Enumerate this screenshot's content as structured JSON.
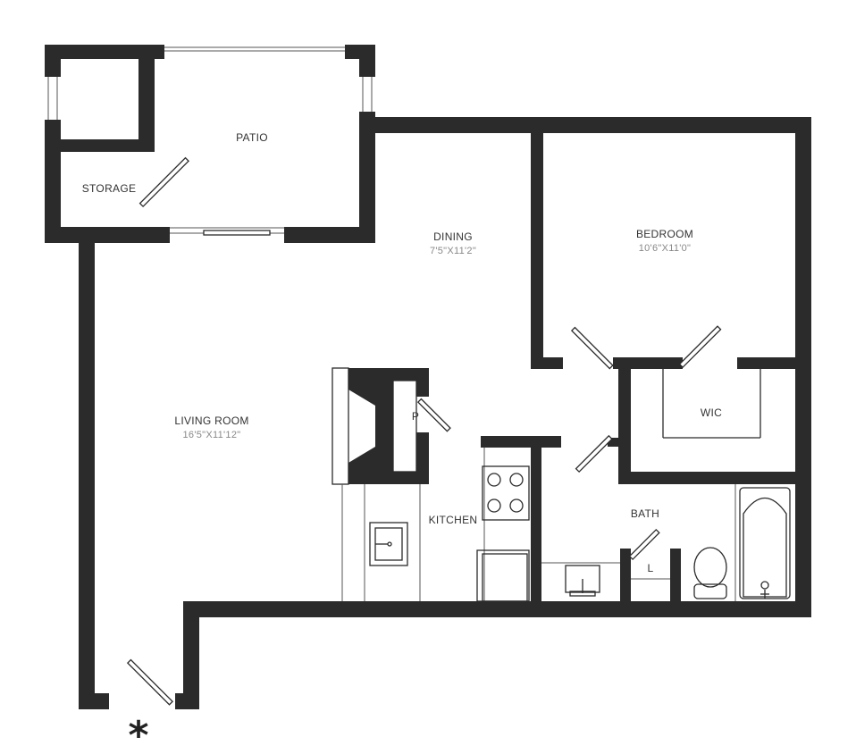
{
  "rooms": {
    "patio": {
      "name": "PATIO"
    },
    "storage": {
      "name": "STORAGE"
    },
    "dining": {
      "name": "DINING",
      "dimensions": "7'5\"X11'2\""
    },
    "bedroom": {
      "name": "BEDROOM",
      "dimensions": "10'6\"X11'0\""
    },
    "living_room": {
      "name": "LIVING ROOM",
      "dimensions": "16'5\"X11'12\""
    },
    "kitchen": {
      "name": "KITCHEN"
    },
    "bath": {
      "name": "BATH"
    },
    "wic": {
      "name": "WIC"
    }
  },
  "fixture_labels": {
    "pantry": "P",
    "linen": "L"
  },
  "entry_marker": "*",
  "colors": {
    "wall": "#2b2b2b",
    "background": "#ffffff",
    "label": "#333333",
    "dimension": "#888888"
  }
}
